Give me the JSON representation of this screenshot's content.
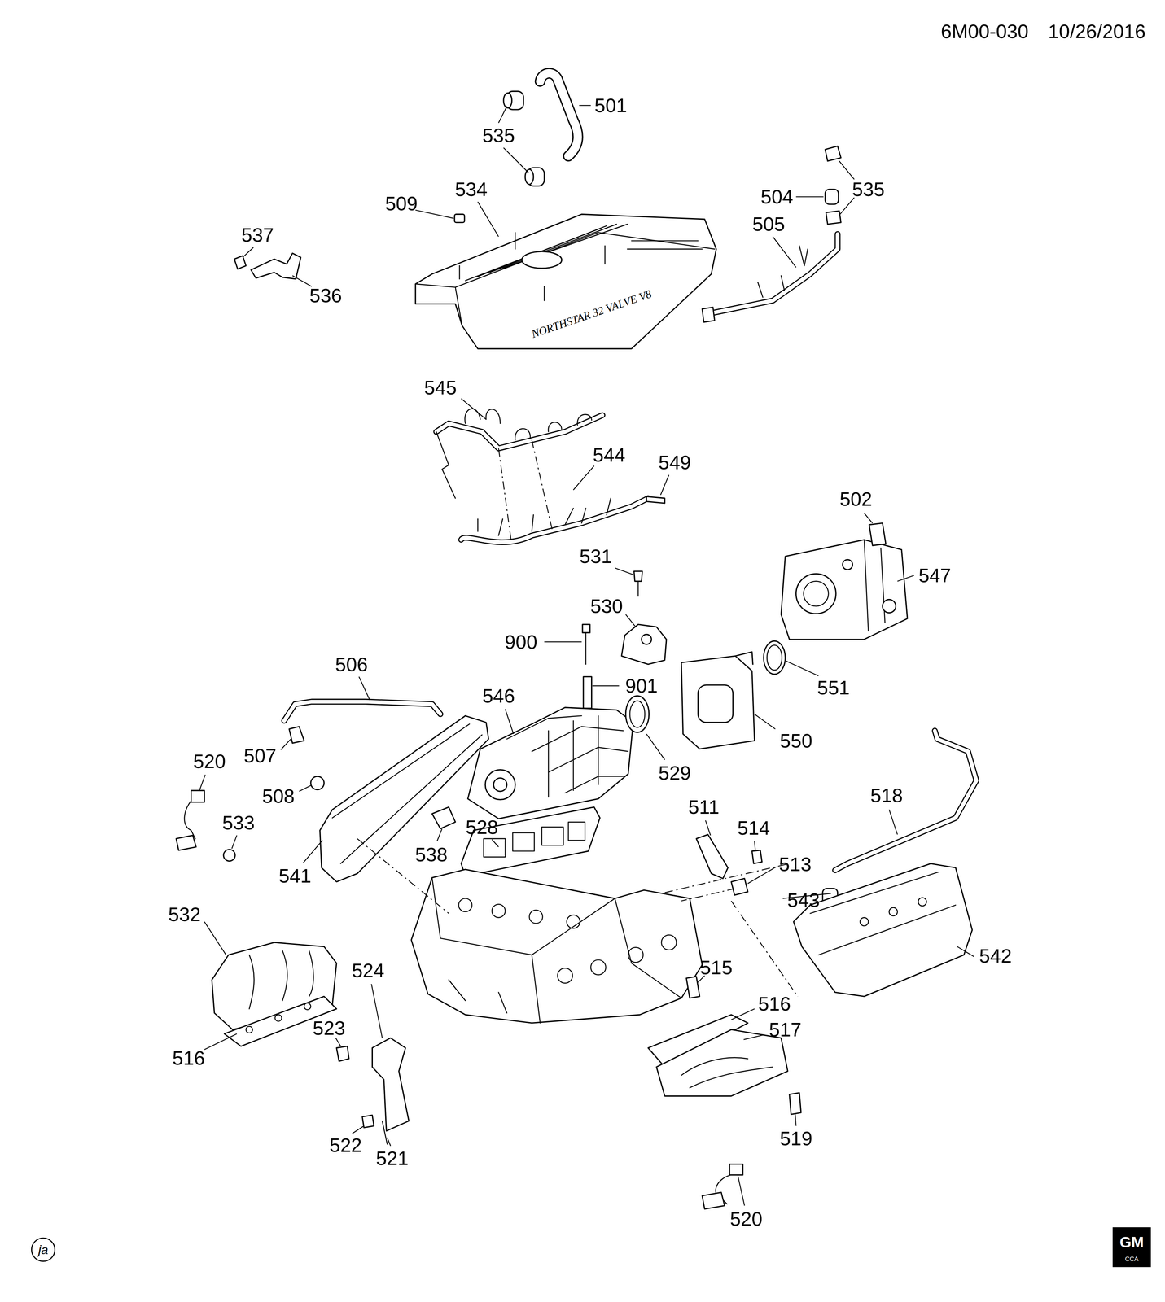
{
  "diagram": {
    "labels": [
      "6M00-030",
      "10/26/2016",
      "501",
      "535",
      "534",
      "509",
      "535",
      "504",
      "505",
      "537",
      "536",
      "NORTHSTAR 32 VALVE V8",
      "545",
      "544",
      "549",
      "502",
      "531",
      "547",
      "530",
      "900",
      "506",
      "901",
      "551",
      "546",
      "550",
      "507",
      "520",
      "529",
      "518",
      "508",
      "511",
      "533",
      "528",
      "514",
      "538",
      "513",
      "541",
      "543",
      "532",
      "542",
      "515",
      "524",
      "516",
      "523",
      "517",
      "516",
      "519",
      "522",
      "521",
      "520",
      "ja",
      "GM",
      "CCA"
    ]
  }
}
